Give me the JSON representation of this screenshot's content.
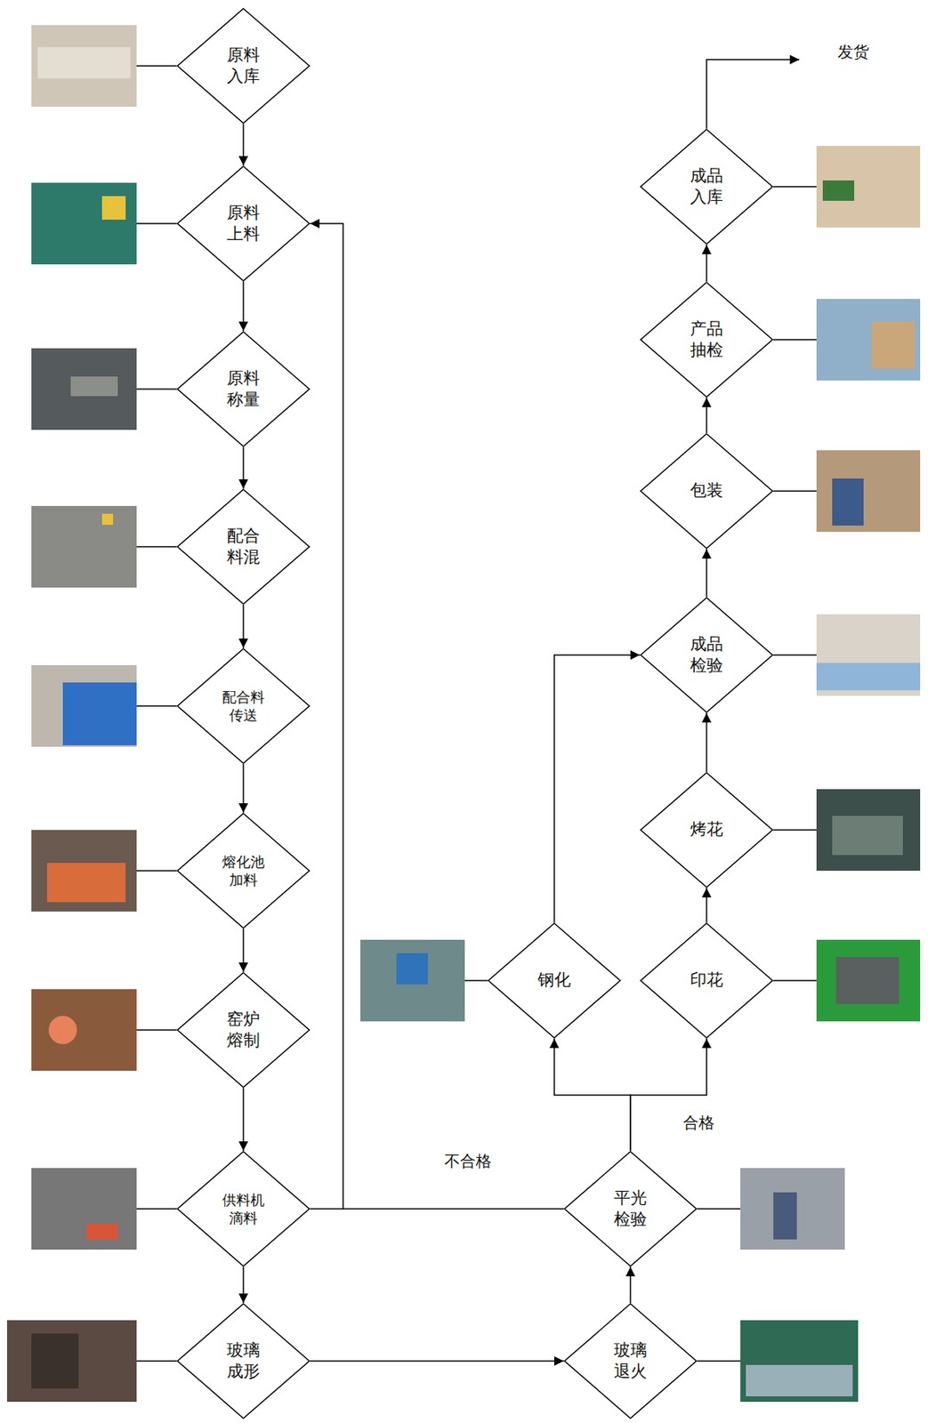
{
  "diagram": {
    "nodes": [
      {
        "text": [
          "原料 入库"
        ]
      },
      {
        "text": [
          "原料 上料"
        ]
      },
      {
        "text": [
          "原料 称量"
        ]
      },
      {
        "text": [
          "配合 料混"
        ]
      },
      {
        "text": [
          "配合料 传送"
        ]
      },
      {
        "text": [
          "熔化池 加料"
        ]
      },
      {
        "text": [
          "窑炉 熔制"
        ]
      },
      {
        "text": [
          "供料机 滴料"
        ]
      },
      {
        "text": [
          "玻璃 成形"
        ]
      },
      {
        "text": [
          "玻璃 退火"
        ]
      },
      {
        "text": [
          "平光 检验"
        ]
      },
      {
        "text": [
          "钢化"
        ]
      },
      {
        "text": [
          "印花"
        ]
      },
      {
        "text": [
          "烤花"
        ]
      },
      {
        "text": [
          "成品 检验"
        ]
      },
      {
        "text": [
          "包装"
        ]
      },
      {
        "text": [
          "产品 抽检"
        ]
      },
      {
        "text": [
          "成品 入库"
        ]
      }
    ],
    "edges": [
      {
        "from": 0,
        "to": 1,
        "arrow": "to"
      },
      {
        "from": 1,
        "to": 2,
        "arrow": "to"
      },
      {
        "from": 2,
        "to": 3,
        "arrow": "to"
      },
      {
        "from": 3,
        "to": 4,
        "arrow": "to"
      },
      {
        "from": 4,
        "to": 5,
        "arrow": "to"
      },
      {
        "from": 5,
        "to": 6,
        "arrow": "to"
      },
      {
        "from": 6,
        "to": 7,
        "arrow": "to"
      },
      {
        "from": 7,
        "to": 8,
        "arrow": "to"
      },
      {
        "from": 8,
        "to": 9,
        "arrow": "to"
      },
      {
        "from": 9,
        "to": 10,
        "arrow": "to"
      },
      {
        "from": 10,
        "to": 11,
        "arrow": "to"
      },
      {
        "from": 10,
        "to": 12,
        "label": "合格",
        "arrow": "to"
      },
      {
        "from": 12,
        "to": 13,
        "arrow": "to"
      },
      {
        "from": 13,
        "to": 14,
        "arrow": "to"
      },
      {
        "from": 11,
        "to": 14,
        "arrow": "to"
      },
      {
        "from": 14,
        "to": 15,
        "arrow": "to"
      },
      {
        "from": 15,
        "to": 16,
        "arrow": "to"
      },
      {
        "from": 16,
        "to": 17,
        "arrow": "to"
      },
      {
        "from": 10,
        "to": 1,
        "label": "不合格",
        "arrow": "to"
      }
    ],
    "labels": [
      "发货"
    ]
  }
}
